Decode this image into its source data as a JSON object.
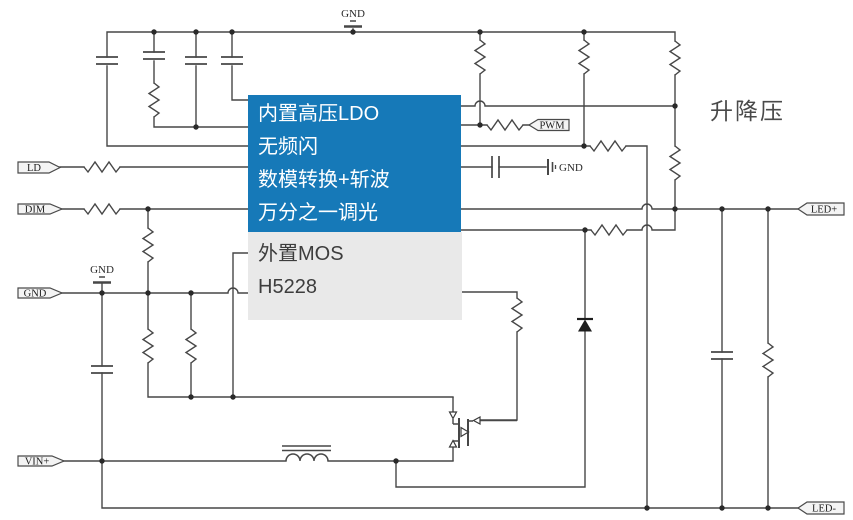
{
  "callout": {
    "blue_lines": [
      "内置高压LDO",
      "无频闪",
      "数模转换+斩波",
      "万分之一调光"
    ],
    "gray_lines": [
      "外置MOS",
      "H5228"
    ],
    "blue_color": "#1679b8",
    "gray_color": "#e9e9e9"
  },
  "annotations": {
    "topology": "升降压"
  },
  "ports": {
    "ld": "LD",
    "dim": "DIM",
    "gnd": "GND",
    "vin_plus": "VIN+",
    "pwm": "PWM",
    "led_plus": "LED+",
    "led_minus": "LED-"
  },
  "ground_labels": {
    "top": "GND",
    "left": "GND",
    "inline": "GND"
  },
  "colors": {
    "wire": "#474747",
    "callout_blue": "#1679b8",
    "callout_gray": "#e9e9e9"
  }
}
